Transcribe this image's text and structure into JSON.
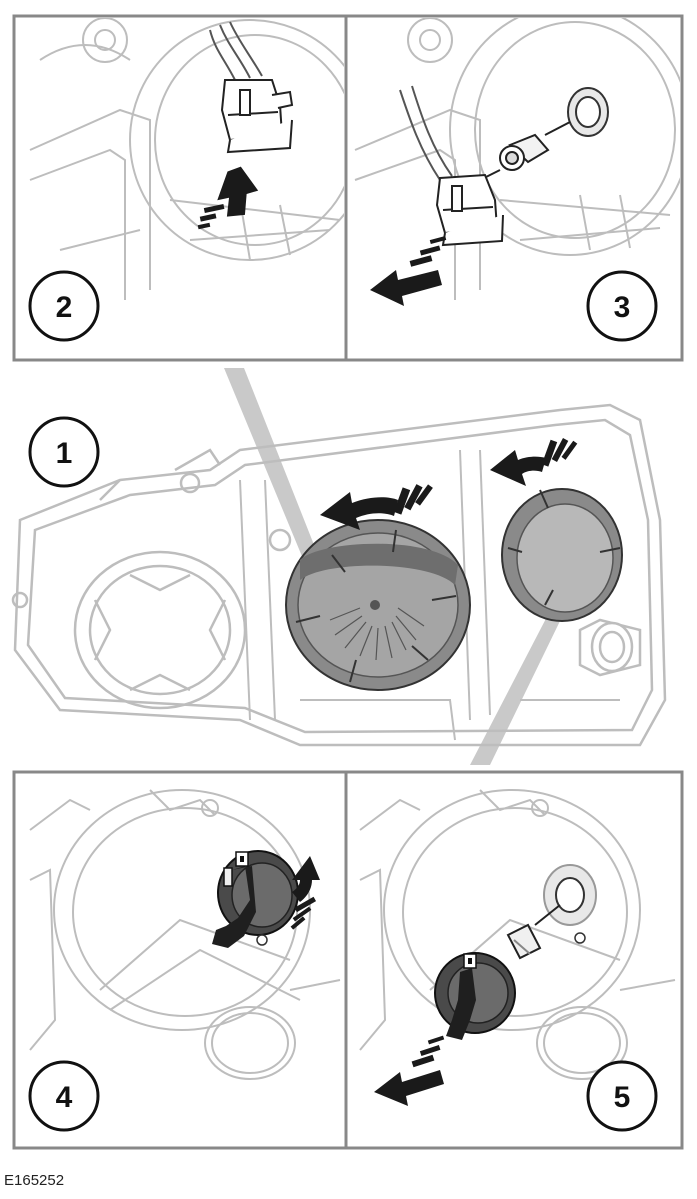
{
  "steps": [
    {
      "label": "1",
      "description": "Remove access cover from headlamp housing"
    },
    {
      "label": "2",
      "description": "Push electrical connector up and release"
    },
    {
      "label": "3",
      "description": "Pull out connector and bulb"
    },
    {
      "label": "4",
      "description": "Rotate bulb holder counter-clockwise"
    },
    {
      "label": "5",
      "description": "Withdraw bulb holder and bulb"
    }
  ],
  "figure_code": "E165252",
  "colors": {
    "line": "#bdbdbd",
    "dark_line": "#555555",
    "frame": "#888888",
    "arrow": "#1a1a1a",
    "cap": "#8a8a8a",
    "cap_light": "#b8b8b8",
    "pointer": "#c9c9c9"
  }
}
